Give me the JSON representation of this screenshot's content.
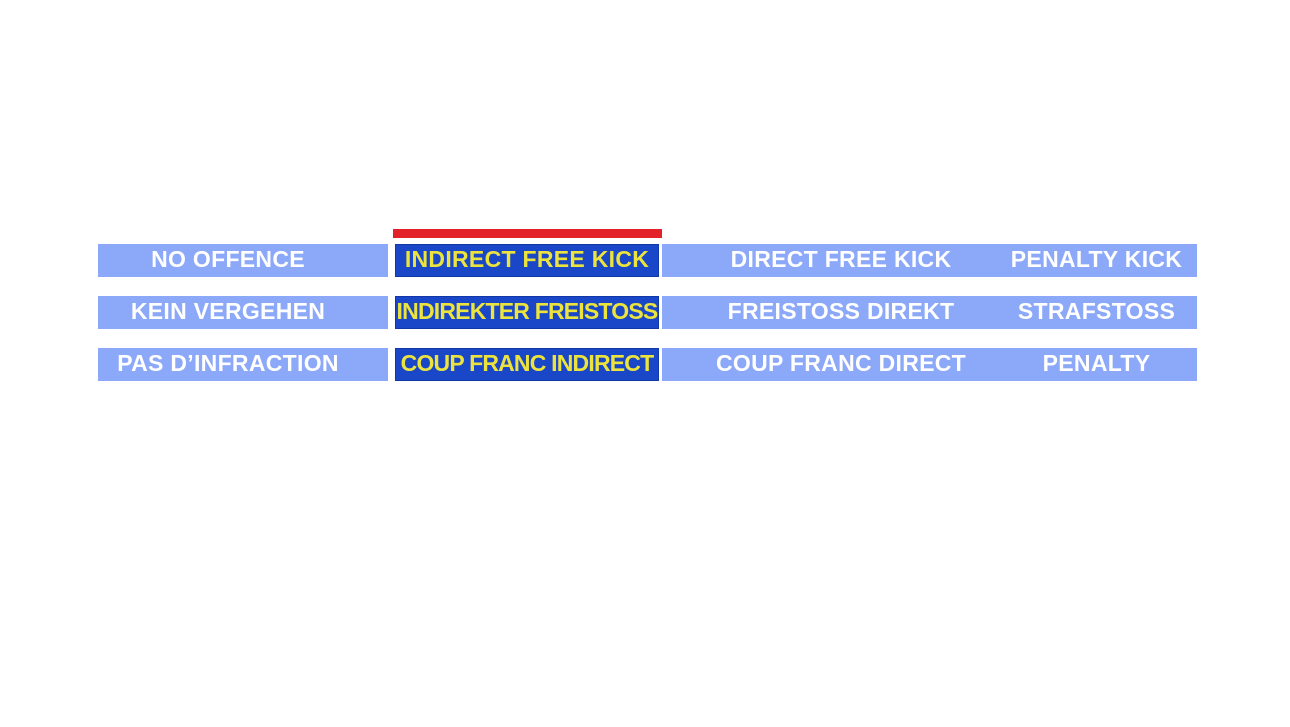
{
  "board": {
    "background": "#ffffff"
  },
  "colors": {
    "option_bg": "#8ca8f8",
    "selected_bg": "#1a47c8",
    "option_text": "#ffffff",
    "selected_text": "#ece33c",
    "indicator_red": "#e32128"
  },
  "indicator": {
    "name": "selected-column-indicator",
    "points_to": "indirect-free-kick-column"
  },
  "rows": [
    {
      "language": "English",
      "options": [
        {
          "label": "NO OFFENCE",
          "selected": false
        },
        {
          "label": "INDIRECT FREE KICK",
          "selected": true
        },
        {
          "label": "DIRECT FREE KICK",
          "selected": false
        },
        {
          "label": "PENALTY KICK",
          "selected": false
        }
      ]
    },
    {
      "language": "German",
      "options": [
        {
          "label": "KEIN VERGEHEN",
          "selected": false
        },
        {
          "label": "INDIREKTER FREISTOSS",
          "selected": true
        },
        {
          "label": "FREISTOSS DIREKT",
          "selected": false
        },
        {
          "label": "STRAFSTOSS",
          "selected": false
        }
      ]
    },
    {
      "language": "French",
      "options": [
        {
          "label": "PAS D’INFRACTION",
          "selected": false
        },
        {
          "label": "COUP FRANC INDIRECT",
          "selected": true
        },
        {
          "label": "COUP FRANC DIRECT",
          "selected": false
        },
        {
          "label": "PENALTY",
          "selected": false
        }
      ]
    }
  ]
}
